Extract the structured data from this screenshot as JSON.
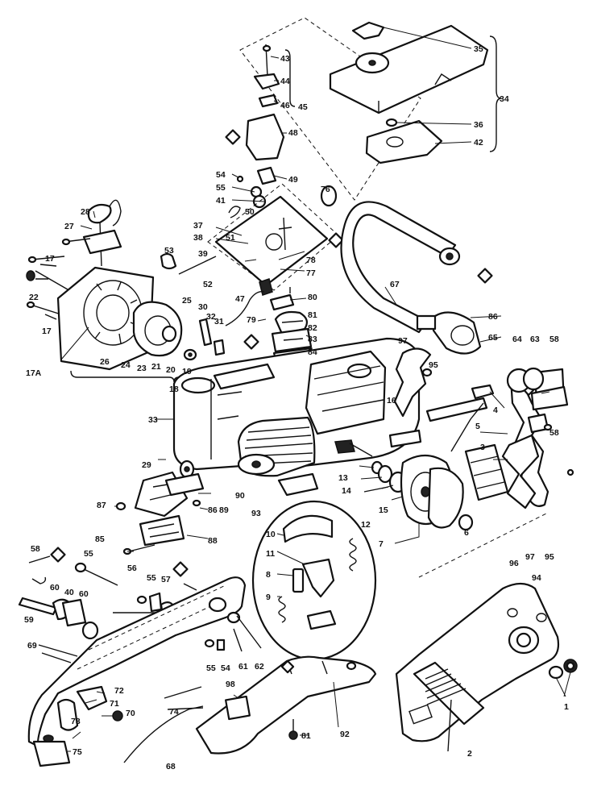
{
  "diagram": {
    "callouts": [
      {
        "id": "c35",
        "text": "35"
      },
      {
        "id": "c34",
        "text": "34"
      },
      {
        "id": "c36",
        "text": "36"
      },
      {
        "id": "c42",
        "text": "42"
      },
      {
        "id": "c43",
        "text": "43"
      },
      {
        "id": "c44",
        "text": "44"
      },
      {
        "id": "c46",
        "text": "46"
      },
      {
        "id": "c45",
        "text": "45"
      },
      {
        "id": "c48",
        "text": "48"
      },
      {
        "id": "c49",
        "text": "49"
      },
      {
        "id": "c54a",
        "text": "54"
      },
      {
        "id": "c55a",
        "text": "55"
      },
      {
        "id": "c41",
        "text": "41"
      },
      {
        "id": "c50",
        "text": "50"
      },
      {
        "id": "c76",
        "text": "76"
      },
      {
        "id": "c37",
        "text": "37"
      },
      {
        "id": "c38",
        "text": "38"
      },
      {
        "id": "c51",
        "text": "51"
      },
      {
        "id": "c78",
        "text": "78"
      },
      {
        "id": "c77",
        "text": "77"
      },
      {
        "id": "c39",
        "text": "39"
      },
      {
        "id": "c53",
        "text": "53"
      },
      {
        "id": "c52",
        "text": "52"
      },
      {
        "id": "c28",
        "text": "28"
      },
      {
        "id": "c27",
        "text": "27"
      },
      {
        "id": "c17a",
        "text": "17"
      },
      {
        "id": "c22",
        "text": "22"
      },
      {
        "id": "c17b",
        "text": "17"
      },
      {
        "id": "c17A",
        "text": "17A"
      },
      {
        "id": "c18",
        "text": "18"
      },
      {
        "id": "c26",
        "text": "26"
      },
      {
        "id": "c24",
        "text": "24"
      },
      {
        "id": "c23",
        "text": "23"
      },
      {
        "id": "c21",
        "text": "21"
      },
      {
        "id": "c20",
        "text": "20"
      },
      {
        "id": "c19",
        "text": "19"
      },
      {
        "id": "c25",
        "text": "25"
      },
      {
        "id": "c30",
        "text": "30"
      },
      {
        "id": "c32",
        "text": "32"
      },
      {
        "id": "c31",
        "text": "31"
      },
      {
        "id": "c47",
        "text": "47"
      },
      {
        "id": "c80",
        "text": "80"
      },
      {
        "id": "c79",
        "text": "79"
      },
      {
        "id": "c81a",
        "text": "81"
      },
      {
        "id": "c82",
        "text": "82"
      },
      {
        "id": "c83",
        "text": "83"
      },
      {
        "id": "c84",
        "text": "84"
      },
      {
        "id": "c67",
        "text": "67"
      },
      {
        "id": "c86",
        "text": "86"
      },
      {
        "id": "c65",
        "text": "65"
      },
      {
        "id": "c64",
        "text": "64"
      },
      {
        "id": "c63",
        "text": "63"
      },
      {
        "id": "c58a",
        "text": "58"
      },
      {
        "id": "c58b",
        "text": "58"
      },
      {
        "id": "c97a",
        "text": "97"
      },
      {
        "id": "c95a",
        "text": "95"
      },
      {
        "id": "c16",
        "text": "16"
      },
      {
        "id": "c4",
        "text": "4"
      },
      {
        "id": "c5",
        "text": "5"
      },
      {
        "id": "c33",
        "text": "33"
      },
      {
        "id": "c3",
        "text": "3"
      },
      {
        "id": "c6",
        "text": "6"
      },
      {
        "id": "c29",
        "text": "29"
      },
      {
        "id": "c13",
        "text": "13"
      },
      {
        "id": "c14",
        "text": "14"
      },
      {
        "id": "c15",
        "text": "15"
      },
      {
        "id": "c12",
        "text": "12"
      },
      {
        "id": "c7",
        "text": "7"
      },
      {
        "id": "c87",
        "text": "87"
      },
      {
        "id": "c86b",
        "text": "86"
      },
      {
        "id": "c89",
        "text": "89"
      },
      {
        "id": "c90",
        "text": "90"
      },
      {
        "id": "c93",
        "text": "93"
      },
      {
        "id": "c85",
        "text": "85"
      },
      {
        "id": "c88",
        "text": "88"
      },
      {
        "id": "c10",
        "text": "10"
      },
      {
        "id": "c11",
        "text": "11"
      },
      {
        "id": "c8",
        "text": "8"
      },
      {
        "id": "c9",
        "text": "9"
      },
      {
        "id": "c97b",
        "text": "97"
      },
      {
        "id": "c95b",
        "text": "95"
      },
      {
        "id": "c96",
        "text": "96"
      },
      {
        "id": "c94",
        "text": "94"
      },
      {
        "id": "c58c",
        "text": "58"
      },
      {
        "id": "c55b",
        "text": "55"
      },
      {
        "id": "c56",
        "text": "56"
      },
      {
        "id": "c55c",
        "text": "55"
      },
      {
        "id": "c57",
        "text": "57"
      },
      {
        "id": "c60a",
        "text": "60"
      },
      {
        "id": "c40",
        "text": "40"
      },
      {
        "id": "c60b",
        "text": "60"
      },
      {
        "id": "c59",
        "text": "59"
      },
      {
        "id": "c69",
        "text": "69"
      },
      {
        "id": "c61",
        "text": "61"
      },
      {
        "id": "c62",
        "text": "62"
      },
      {
        "id": "c55d",
        "text": "55"
      },
      {
        "id": "c54b",
        "text": "54"
      },
      {
        "id": "c72",
        "text": "72"
      },
      {
        "id": "c71",
        "text": "71"
      },
      {
        "id": "c70",
        "text": "70"
      },
      {
        "id": "c73",
        "text": "73"
      },
      {
        "id": "c74",
        "text": "74"
      },
      {
        "id": "c75",
        "text": "75"
      },
      {
        "id": "c68",
        "text": "68"
      },
      {
        "id": "c98",
        "text": "98"
      },
      {
        "id": "c81b",
        "text": "81"
      },
      {
        "id": "c92",
        "text": "92"
      },
      {
        "id": "c2",
        "text": "2"
      },
      {
        "id": "c1",
        "text": "1"
      }
    ]
  }
}
